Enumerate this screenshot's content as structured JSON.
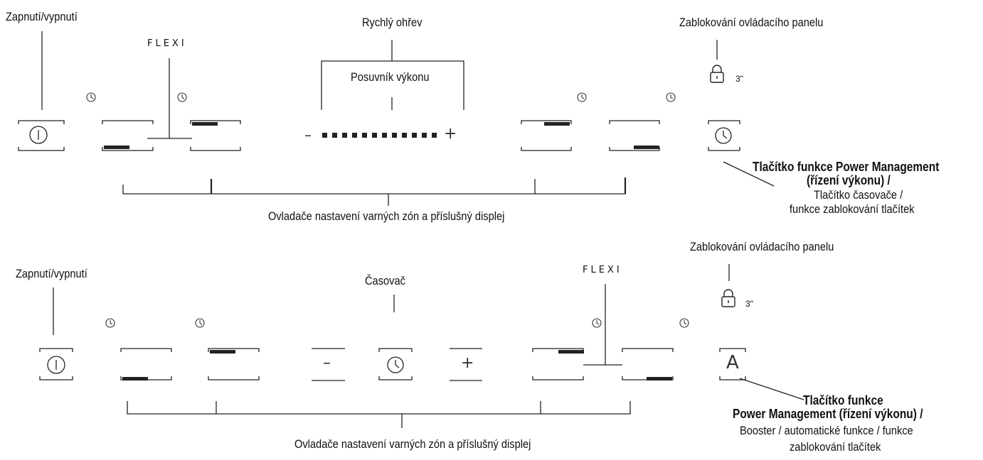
{
  "top": {
    "power": "Zapnutí/vypnutí",
    "flexi": "FLEXI",
    "boost": "Rychlý ohřev",
    "slider": "Posuvník výkonu",
    "lock": "Zablokování ovládacího panelu",
    "lock_time": "3\"",
    "pm_title_1": "Tlačítko funkce Power Management",
    "pm_title_2": "(řízení výkonu) /",
    "pm_sub_1": "Tlačítko časovače /",
    "pm_sub_2": "funkce zablokování tlačítek",
    "zones": "Ovladače nastavení varných zón a příslušný displej"
  },
  "bottom": {
    "power": "Zapnutí/vypnutí",
    "timer": "Časovač",
    "flexi": "FLEXI",
    "lock": "Zablokování ovládacího panelu",
    "lock_time": "3\"",
    "auto_letter": "A",
    "pm_title_1": "Tlačítko funkce",
    "pm_title_2": "Power Management (řízení výkonu) /",
    "pm_sub_1": "Booster / automatické funkce / funkce",
    "pm_sub_2": "zablokování tlačítek",
    "zones": "Ovladače nastavení varných zón a příslušný displej"
  },
  "symbols": {
    "minus": "–",
    "plus": "+"
  }
}
